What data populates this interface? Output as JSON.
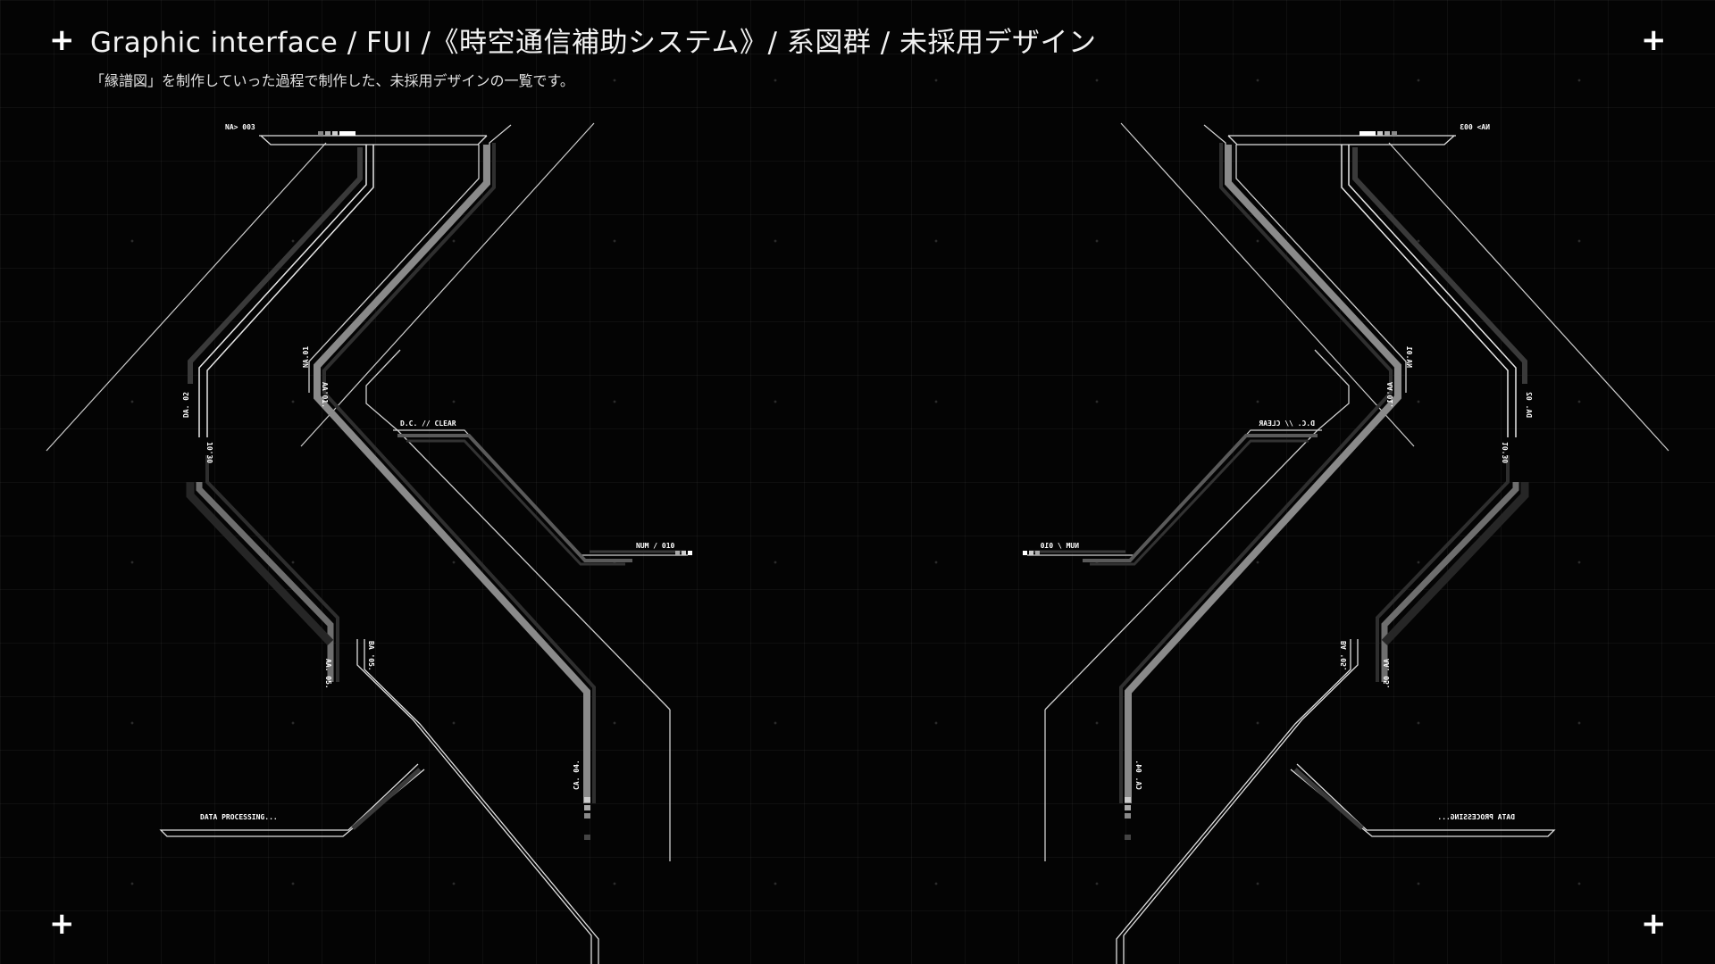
{
  "header": {
    "title": "Graphic interface / FUI /《時空通信補助システム》/ 系図群 / 未採用デザイン",
    "subtitle": "「縁譜図」を制作していった過程で制作した、未採用デザインの一覧です。"
  },
  "corners": {
    "symbol": "+"
  },
  "labels": {
    "na_003": "NA> 003",
    "na_01": "NA.01",
    "aa_01": "AA'01.",
    "da_02": "DA. 02",
    "d_10": "10'30",
    "dc_clear": "D.C. // CLEAR",
    "num_010": "NUM / 010",
    "aa_05": "AA. 05.",
    "ba_05": "BA '05.",
    "ca_04": "CA. 04.",
    "data_processing": "DATA PROCESSING..."
  }
}
